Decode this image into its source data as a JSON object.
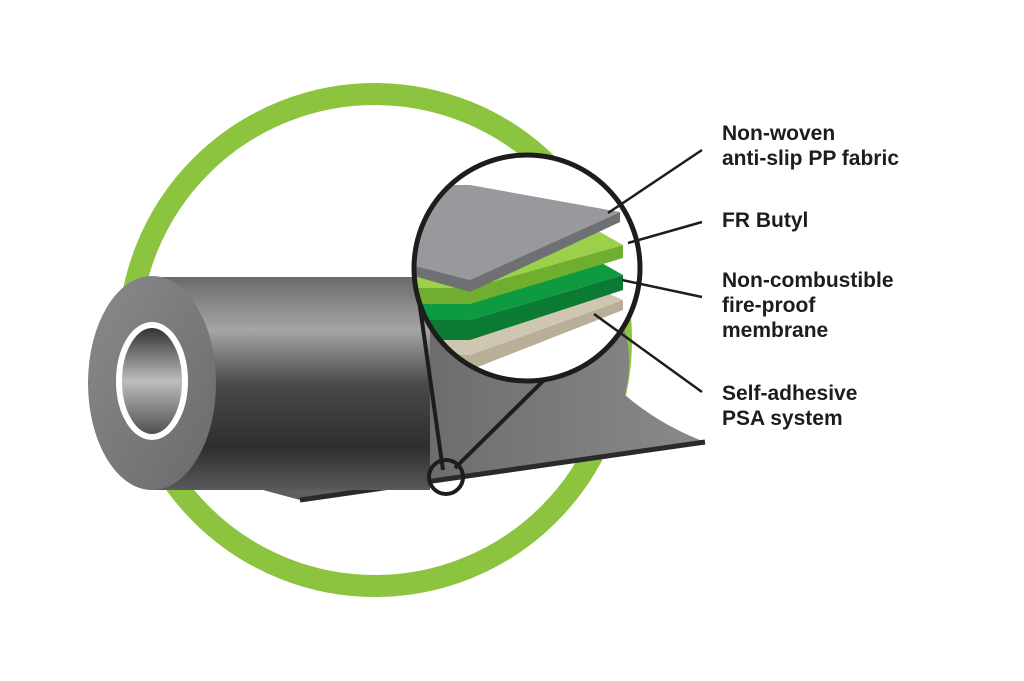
{
  "colors": {
    "ring": "#8cc43f",
    "roll_dark": "#3a3a3c",
    "roll_light": "#9a9a9c",
    "layer_fabric": "#8e9093",
    "layer_butyl": "#8cc43f",
    "layer_membrane": "#0b8a3a",
    "layer_psa": "#b9ae98",
    "text": "#1d1d1b"
  },
  "icons": [
    "roll-illustration",
    "magnifier-circle",
    "green-ring"
  ],
  "labels": [
    {
      "id": "fabric",
      "lines": [
        "Non-woven",
        "anti-slip PP fabric"
      ]
    },
    {
      "id": "butyl",
      "lines": [
        "FR Butyl"
      ]
    },
    {
      "id": "membrane",
      "lines": [
        "Non-combustible",
        "fire-proof",
        "membrane"
      ]
    },
    {
      "id": "psa",
      "lines": [
        "Self-adhesive",
        "PSA system"
      ]
    }
  ]
}
